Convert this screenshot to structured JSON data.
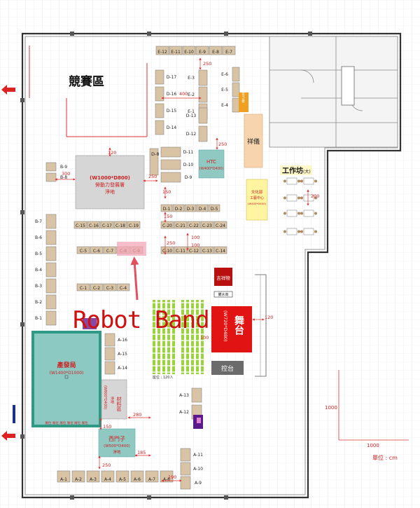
{
  "title": "競賽區",
  "subtitle_robot": "Robot Band",
  "unit_label": "單位 : cm",
  "scale": {
    "h": "1000",
    "v": "1000"
  },
  "zones": {
    "cda": {
      "label": "(W1000*D800)",
      "sub": "勞動力發展署",
      "sub2": "淨地"
    },
    "htc": {
      "label": "HTC",
      "sub": "(W400*D400)"
    },
    "stage": {
      "label": "舞台",
      "sub": "(W720*D480)"
    },
    "control": {
      "label": "控台"
    },
    "mascot": {
      "label": "吉祥物"
    },
    "mascot_sub": {
      "label": "攤水商"
    },
    "xiangyi": {
      "label": "祥儀"
    },
    "orange_top": {
      "label": "服務台/公關"
    },
    "workshop": {
      "label": "工作坊",
      "sub": "(大)"
    },
    "culture": {
      "label": "文化部",
      "sub": "工藝中心",
      "sub2": "(W400*D400)"
    },
    "industry": {
      "label": "產發局",
      "sub": "(W1400*D1000)"
    },
    "ximending": {
      "label": "西門子",
      "sub": "(W500*D400)",
      "sub2": "淨地"
    },
    "material": {
      "label": "材料區",
      "sub": "(W800*D400)",
      "sub2": "淨地"
    },
    "seats": {
      "label": "座位 : 120人"
    },
    "industry_bottom": {
      "label": "展位 展位 展位 展位 展位 展位"
    }
  },
  "booths": {
    "e_top": [
      "E-12",
      "E-11",
      "E-10",
      "E-9",
      "E-8",
      "E-7"
    ],
    "e_right": [
      "E-6",
      "E-5",
      "E-4"
    ],
    "e_mid": [
      "E-3",
      "E-2",
      "E-1"
    ],
    "d_left": [
      "D-17",
      "D-16",
      "D-15",
      "D-14"
    ],
    "d_mid": [
      "D-13",
      "D-12"
    ],
    "d_right": [
      "D-11",
      "D-10",
      "D-9"
    ],
    "d8": "D-8",
    "d_row": [
      "D-1",
      "D-2",
      "D-3",
      "D-4",
      "D-5"
    ],
    "c_top": [
      "C-15",
      "C-16",
      "C-17",
      "C-18",
      "C-19"
    ],
    "c_top2": [
      "C-20",
      "C-21",
      "C-22",
      "C-23",
      "C-24"
    ],
    "c_mid": [
      "C-5",
      "C-6",
      "C-7",
      "C-8",
      "C-9"
    ],
    "c_mid2": [
      "C-10",
      "C-11",
      "C-12",
      "C-13",
      "C-14"
    ],
    "c_low": [
      "C-1",
      "C-2",
      "C-3",
      "C-4"
    ],
    "b_top": [
      "B-9",
      "B-8"
    ],
    "b_col": [
      "B-7",
      "B-6",
      "B-5",
      "B-4",
      "B-3",
      "B-2",
      "B-1"
    ],
    "a_col": [
      "A-16",
      "A-15",
      "A-14"
    ],
    "a_right": [
      "A-13",
      "A-12"
    ],
    "a_row": [
      "A-1",
      "A-2",
      "A-3",
      "A-4",
      "A-5",
      "A-6",
      "A-7",
      "A-8"
    ],
    "a_br": [
      "A-11",
      "A-10",
      "A-9"
    ]
  },
  "dims": {
    "d250a": "250",
    "d400": "400",
    "d250b": "250",
    "d120": "120",
    "d300": "300",
    "d250c": "250",
    "d150a": "150",
    "d150b": "150",
    "d100a": "100",
    "d100b": "100",
    "d250d": "250",
    "d200": "200",
    "d120b": "120",
    "d100c": "100",
    "d280": "280",
    "d150c": "150",
    "d185": "185",
    "d250e": "250",
    "d190": "190"
  }
}
